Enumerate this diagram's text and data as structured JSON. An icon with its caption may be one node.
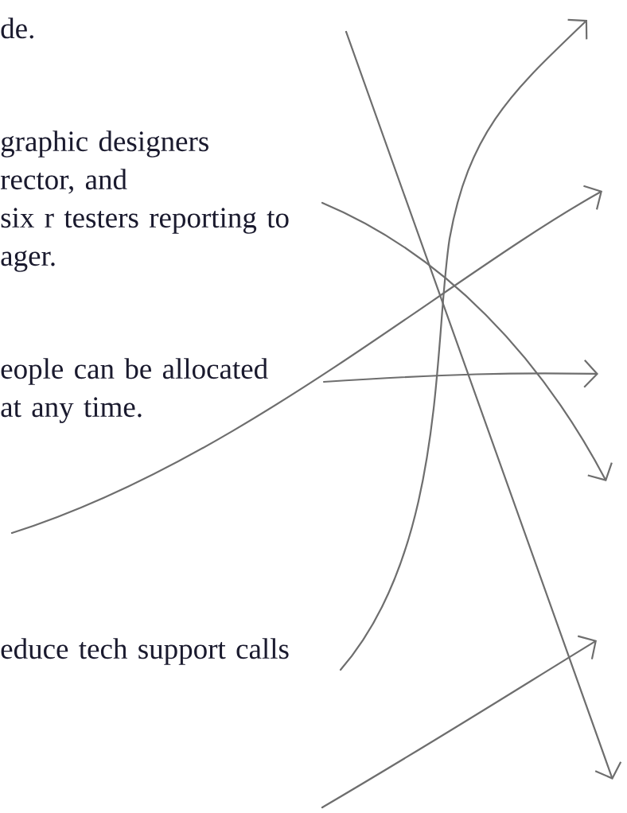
{
  "diagram": {
    "nodes": [
      {
        "text": [],
        "shape": "point"
      },
      {
        "text": [
          "graphic designers rector, and six r testers reporting to ager."
        ]
      },
      {
        "text": [
          "eople can be allocated at any time."
        ]
      },
      {
        "text": [],
        "shape": "point"
      },
      {
        "text": [
          "educe tech support calls"
        ]
      },
      {
        "text": [],
        "shape": "point"
      }
    ],
    "edges": [
      {
        "from": 0,
        "to": null,
        "arrow": "to"
      },
      {
        "from": 1,
        "to": null,
        "arrow": "to"
      },
      {
        "from": 2,
        "to": null,
        "arrow": "to"
      },
      {
        "from": 3,
        "to": null,
        "arrow": "to"
      },
      {
        "from": 4,
        "to": null,
        "arrow": "to"
      },
      {
        "from": 5,
        "to": null,
        "arrow": "to"
      }
    ],
    "labels": [
      "de."
    ]
  }
}
